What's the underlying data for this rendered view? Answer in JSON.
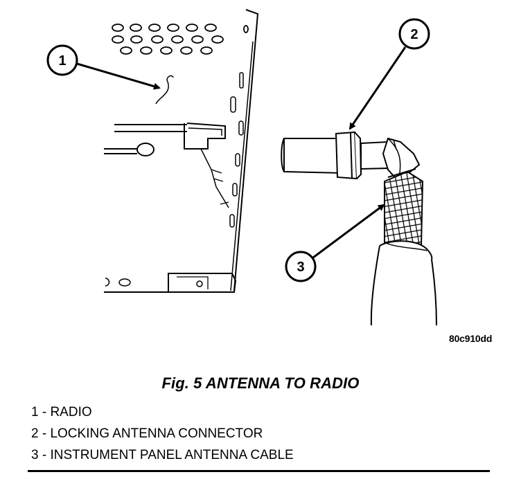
{
  "figure": {
    "image_id": "80c910dd",
    "callouts": [
      "1",
      "2",
      "3"
    ],
    "ink_color": "#000000"
  },
  "caption": "Fig. 5 ANTENNA TO RADIO",
  "legend": [
    "1 - RADIO",
    "2 - LOCKING ANTENNA CONNECTOR",
    "3 - INSTRUMENT PANEL ANTENNA CABLE"
  ]
}
